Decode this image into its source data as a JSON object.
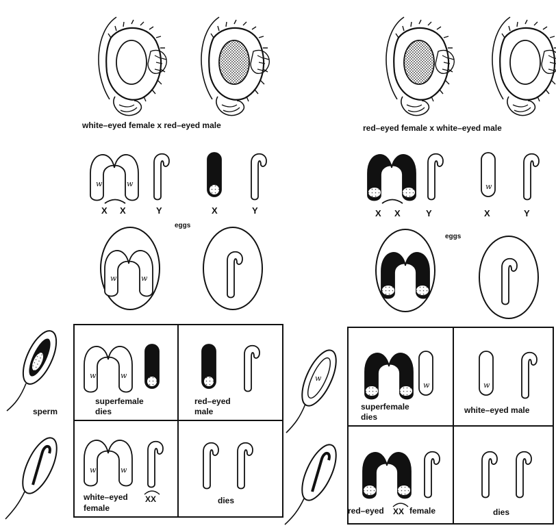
{
  "left": {
    "cross_label": "white–eyed female  x  red–eyed male",
    "chrom_labels": [
      "X",
      "X",
      "Y",
      "X",
      "Y"
    ],
    "eggs_label": "eggs",
    "w": "w",
    "sperm_label": "sperm",
    "grid": {
      "tl": [
        "superfemale",
        "dies"
      ],
      "tr": [
        "red–eyed",
        "male"
      ],
      "bl": [
        "white–eyed",
        "XX",
        "female"
      ],
      "br": "dies"
    }
  },
  "right": {
    "cross_label": "red–eyed female  x  white–eyed male",
    "chrom_labels": [
      "X",
      "X",
      "Y",
      "X",
      "Y"
    ],
    "eggs_label": "eggs",
    "w": "w",
    "grid": {
      "tl": [
        "superfemale",
        "dies"
      ],
      "tr": "white–eyed male",
      "bl": [
        "red–eyed",
        "XX",
        "female"
      ],
      "br": "dies"
    }
  }
}
